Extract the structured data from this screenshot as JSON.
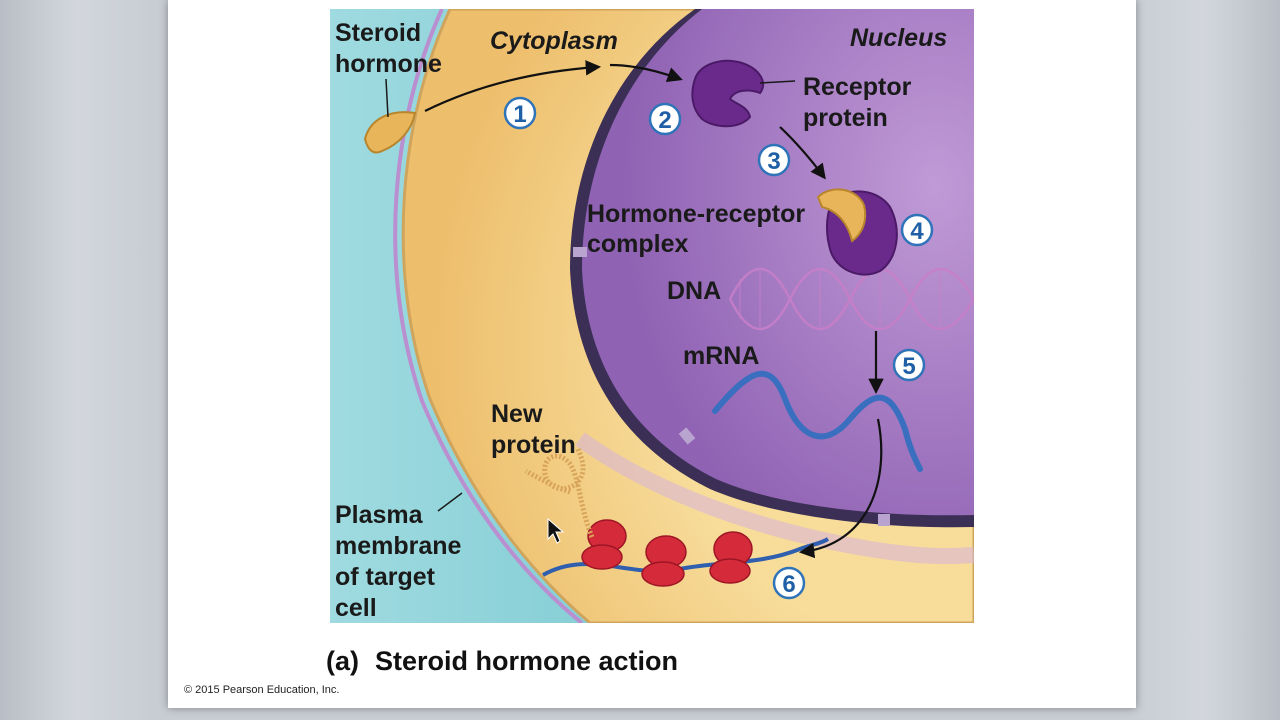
{
  "slide": {
    "caption_part": "(a)",
    "caption_title": "Steroid hormone action",
    "copyright": "© 2015 Pearson Education, Inc."
  },
  "labels": {
    "steroid_hormone": [
      "Steroid",
      "hormone"
    ],
    "cytoplasm": "Cytoplasm",
    "nucleus": "Nucleus",
    "receptor_protein": [
      "Receptor",
      "protein"
    ],
    "hormone_receptor_complex": [
      "Hormone-receptor",
      "complex"
    ],
    "dna": "DNA",
    "mrna": "mRNA",
    "new_protein": [
      "New",
      "protein"
    ],
    "plasma_membrane": [
      "Plasma",
      "membrane",
      "of target",
      "cell"
    ]
  },
  "steps": [
    "1",
    "2",
    "3",
    "4",
    "5",
    "6"
  ],
  "colors": {
    "extracellular": "#7fcdd3",
    "cytoplasm": "#f3d48e",
    "nucleus": "#a77cc6",
    "receptor": "#6a2a8c",
    "hormone": "#e8b55a",
    "mrna": "#3a6fbf",
    "ribosome": "#d42a3a",
    "step_circle": "#2f73b8"
  }
}
